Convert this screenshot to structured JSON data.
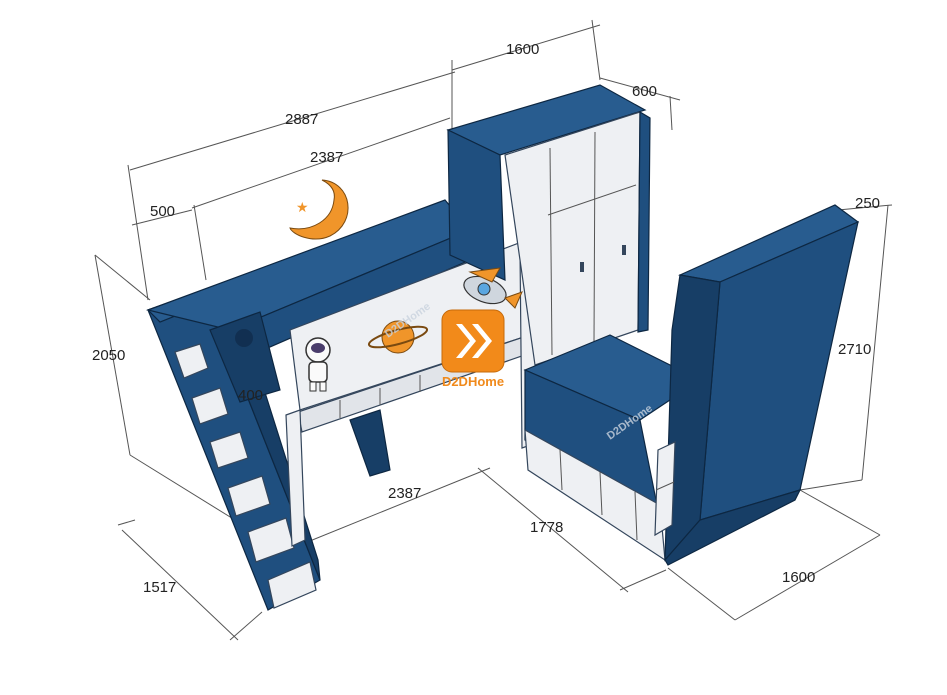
{
  "dimensions": {
    "total_length": "2887",
    "bed_length": "2387",
    "wardrobe_width": "1600",
    "wardrobe_depth": "600",
    "stair_depth": "500",
    "left_height": "2050",
    "step_width": "400",
    "stair_base": "1517",
    "floor_length": "2387",
    "floor_gap": "1778",
    "right_height": "2710",
    "right_depth": "250",
    "right_width": "1600"
  },
  "brand": {
    "logo_text": "D2DHome",
    "watermark_text": "D2DHome"
  },
  "colors": {
    "navy": "#1f4f7f",
    "white_panel": "#eef0f3",
    "brand_orange": "#f08a1c"
  }
}
